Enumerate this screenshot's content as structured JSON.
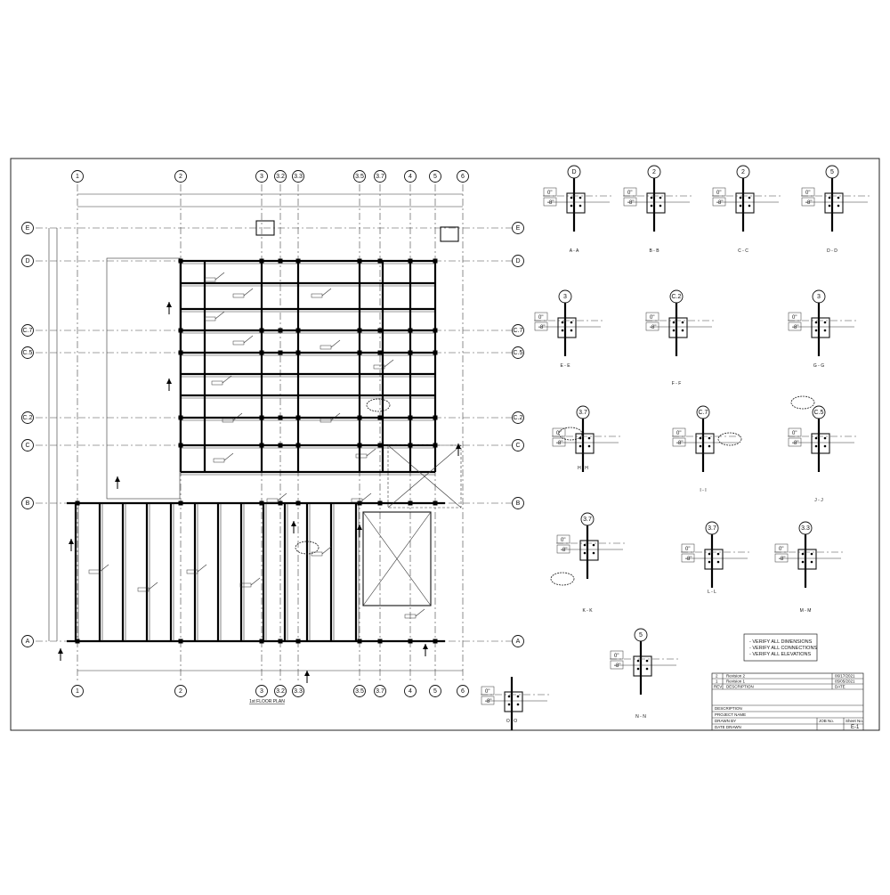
{
  "drawing": {
    "grid_columns": [
      "1",
      "2",
      "3",
      "3.2",
      "3.3",
      "3.5",
      "3.7",
      "4",
      "5",
      "6"
    ],
    "grid_rows": [
      "E",
      "D",
      "C.7",
      "C.5",
      "C.2",
      "C",
      "B",
      "A"
    ],
    "plan_title": "1st FLOOR PLAN",
    "notes": [
      "- VERIFY ALL DIMENSIONS",
      "- VERIFY ALL CONNECTIONS",
      "- VERIFY ALL ELEVATIONS"
    ],
    "details": [
      {
        "bubble": "D",
        "label": "A - A"
      },
      {
        "bubble": "2",
        "label": "B - B"
      },
      {
        "bubble": "2",
        "label": "C - C"
      },
      {
        "bubble": "5",
        "label": "D - D"
      },
      {
        "bubble": "3",
        "label": "E - E"
      },
      {
        "bubble": "C.2",
        "label": "F - F"
      },
      {
        "bubble": "3",
        "label": "G - G"
      },
      {
        "bubble": "3.7",
        "label": "H - H"
      },
      {
        "bubble": "C.7",
        "label": "I - I"
      },
      {
        "bubble": "C.5",
        "label": "J - J"
      },
      {
        "bubble": "3.7",
        "label": "K - K"
      },
      {
        "bubble": "3.7",
        "label": "L - L"
      },
      {
        "bubble": "3.3",
        "label": "M - M"
      },
      {
        "bubble": "5",
        "label": "N - N"
      },
      {
        "bubble": "",
        "label": "O - O"
      }
    ],
    "elevation_tags": [
      "0\"",
      "-8\""
    ],
    "title_block": {
      "revisions": [
        {
          "rev": "2",
          "desc": "Revision 2",
          "date": "06/17/2021"
        },
        {
          "rev": "1",
          "desc": "Revision 1",
          "date": "05/05/2021"
        }
      ],
      "rev_header": "REV",
      "desc_header": "DESCRIPTION",
      "date_header": "DATE",
      "fields": [
        "DESCRIPTION",
        "PROJECT NAME",
        "DRAWN BY",
        "DATE DRAWN"
      ],
      "job_label": "JOB No.",
      "sheet_label": "Sheet No.",
      "sheet_no": "E-1"
    }
  }
}
